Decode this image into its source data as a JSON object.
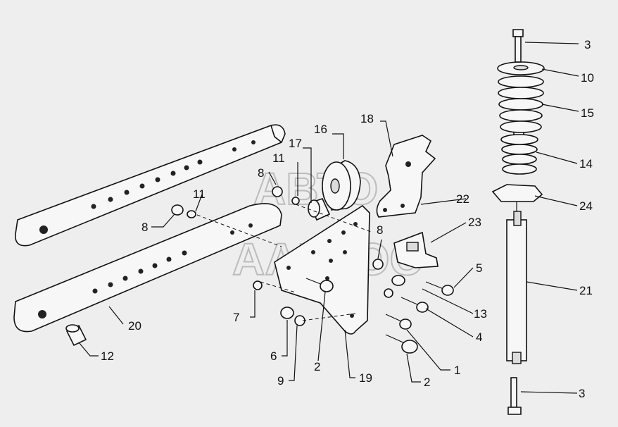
{
  "image": {
    "background": "#eeeeee",
    "line_color": "#111111",
    "watermark_color": "#bcbcbc"
  },
  "watermark": {
    "line1": "АВТО",
    "line2": "ААВТОС"
  },
  "callouts": {
    "p3_top": "3",
    "p10": "10",
    "p15": "15",
    "p16": "16",
    "p17": "17",
    "p18": "18",
    "p14": "14",
    "p11_mid": "11",
    "p8_mid": "8",
    "p11_left": "11",
    "p8_left": "8",
    "p22": "22",
    "p24": "24",
    "p23": "23",
    "p8_right": "8",
    "p5": "5",
    "p21": "21",
    "p7": "7",
    "p13": "13",
    "p4": "4",
    "p20": "20",
    "p12": "12",
    "p6": "6",
    "p2_left": "2",
    "p1": "1",
    "p9": "9",
    "p19": "19",
    "p2_right": "2",
    "p3_bottom": "3"
  }
}
